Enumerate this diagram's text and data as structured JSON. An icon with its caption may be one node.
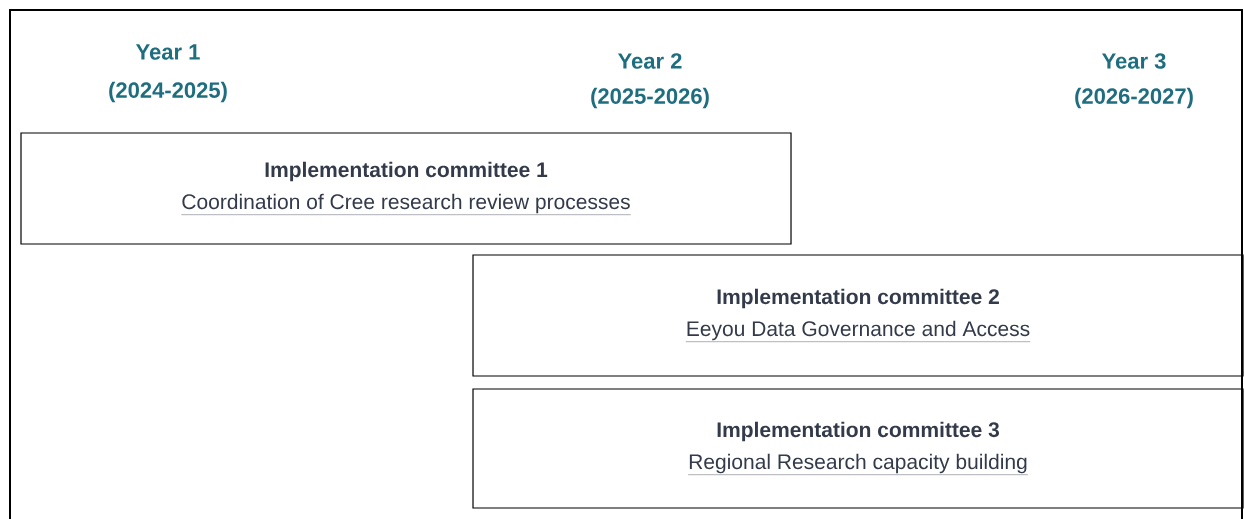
{
  "diagram": {
    "nodes": [
      {
        "text": [
          "Implementation committee 1",
          "Coordination of Cree research review processes"
        ]
      },
      {
        "text": [
          "Implementation committee 2",
          "Eeyou Data Governance and Access"
        ]
      },
      {
        "text": [
          "Implementation committee 3",
          "Regional Research capacity building"
        ]
      }
    ],
    "labels": [
      "Year 1",
      "(2024-2025)",
      "Year 2",
      "(2025-2026)",
      "Year 3",
      "(2026-2027)"
    ]
  }
}
